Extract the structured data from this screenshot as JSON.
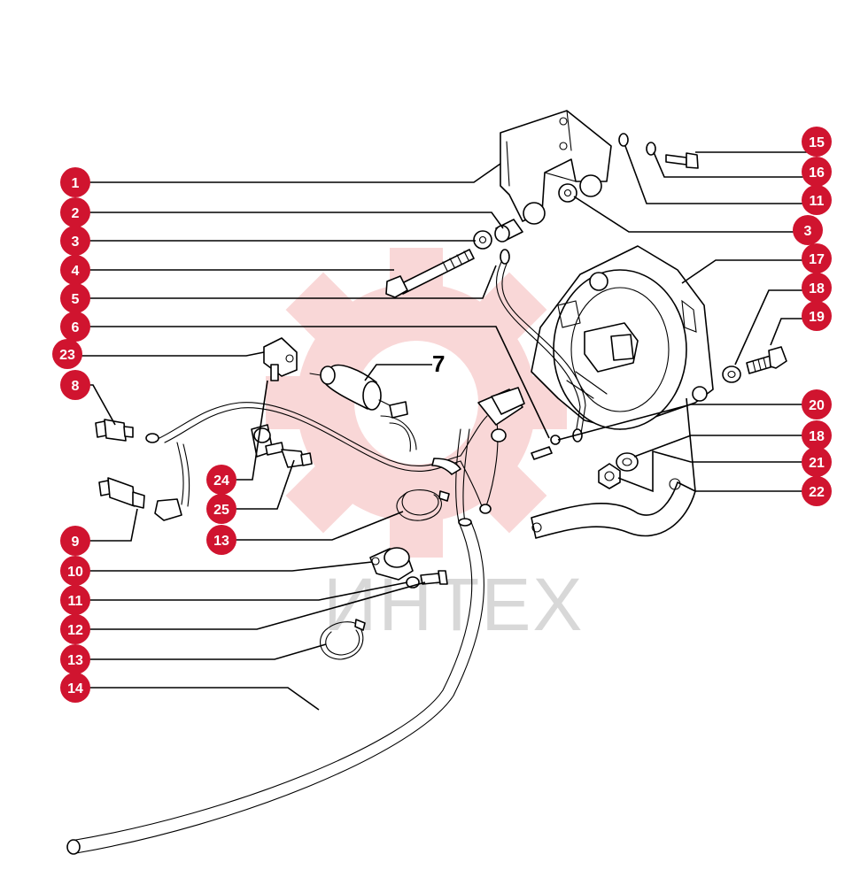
{
  "watermark": {
    "text": "ИНТЕХ",
    "color": "#f2b8b8"
  },
  "accent_color": "#d0142f",
  "plain_label": {
    "text": "7"
  },
  "parts_labels": {
    "c1": "1",
    "c2": "2",
    "c3": "3",
    "c4": "4",
    "c5": "5",
    "c6": "6",
    "c23": "23",
    "c8": "8",
    "c9": "9",
    "c24": "24",
    "c25": "25",
    "c13a": "13",
    "c10": "10",
    "c11a": "11",
    "c12": "12",
    "c13b": "13",
    "c14": "14",
    "c15": "15",
    "c16": "16",
    "c11b": "11",
    "c3b": "3",
    "c17": "17",
    "c18a": "18",
    "c19": "19",
    "c20": "20",
    "c18b": "18",
    "c21": "21",
    "c22": "22"
  }
}
